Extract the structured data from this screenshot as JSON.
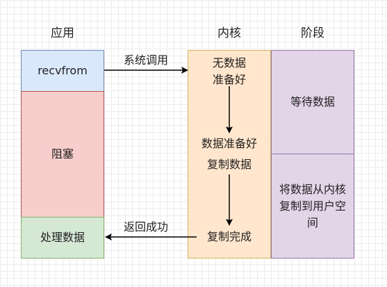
{
  "headers": {
    "app": "应用",
    "kernel": "内核",
    "phase": "阶段"
  },
  "app_column": {
    "recvfrom": "recvfrom",
    "blocked": "阻塞",
    "process": "处理数据"
  },
  "kernel_column": {
    "no_data": "无数据\n准备好",
    "data_ready": "数据准备好",
    "copy_data": "复制数据",
    "copy_done": "复制完成"
  },
  "phase_column": {
    "wait": "等待数据",
    "copy": "将数据从内核\n复制到用户空\n间"
  },
  "arrows": {
    "syscall": "系统调用",
    "return_ok": "返回成功"
  },
  "colors": {
    "blue_fill": "#dae8fc",
    "red_fill": "#f8cecc",
    "green_fill": "#d5e8d4",
    "orange_fill": "#ffe6cc",
    "purple_fill": "#e1d5e7"
  }
}
